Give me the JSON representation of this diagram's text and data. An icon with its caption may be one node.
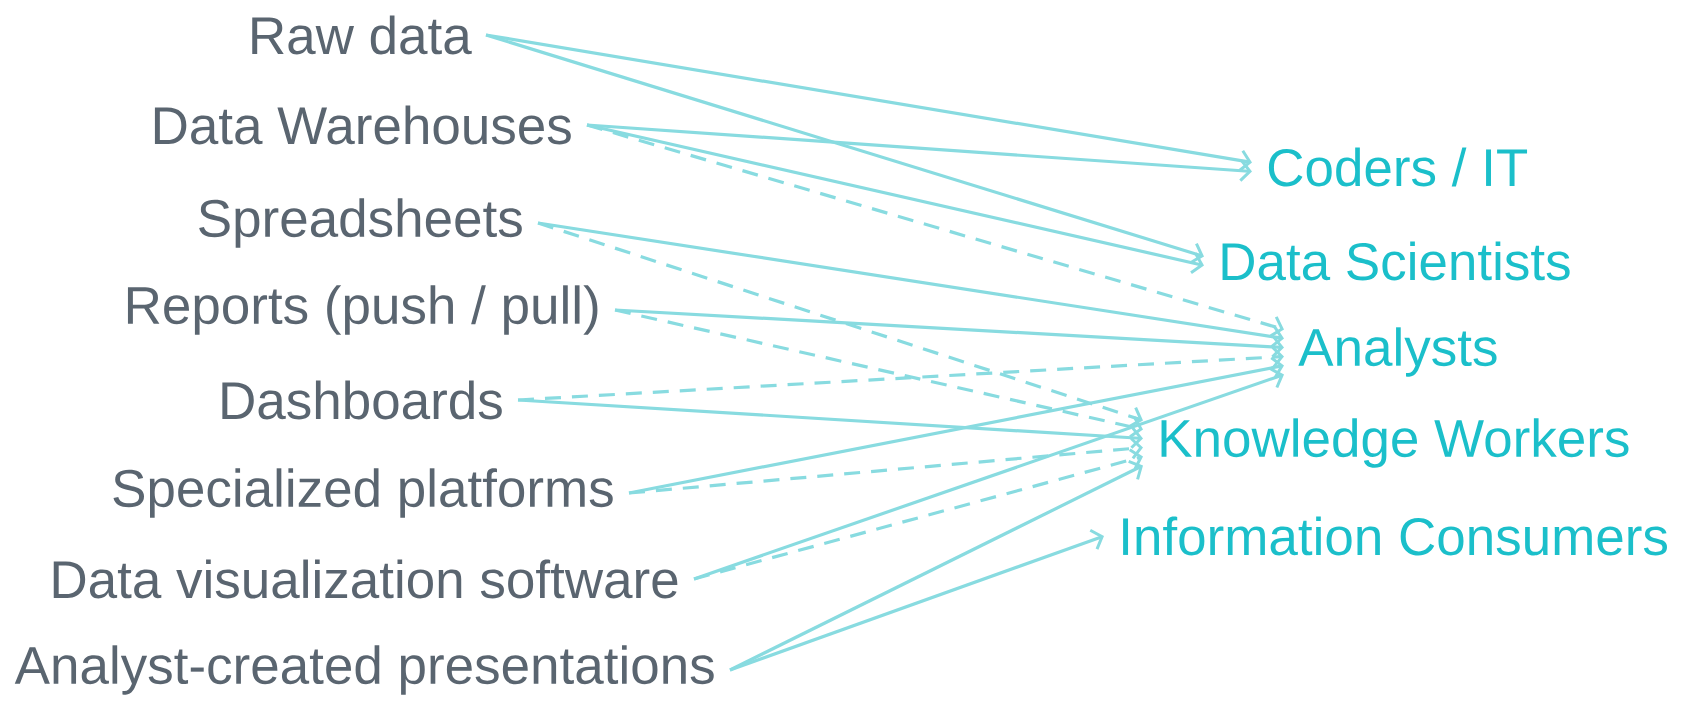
{
  "diagram": {
    "nodes": [
      {
        "text": [
          "Raw data"
        ]
      },
      {
        "text": [
          "Data Warehouses"
        ]
      },
      {
        "text": [
          "Spreadsheets"
        ]
      },
      {
        "text": [
          "Reports (push / pull)"
        ]
      },
      {
        "text": [
          "Dashboards"
        ]
      },
      {
        "text": [
          "Specialized platforms"
        ]
      },
      {
        "text": [
          "Data visualization software"
        ]
      },
      {
        "text": [
          "Analyst-created presentations"
        ]
      },
      {
        "text": [
          "Coders / IT"
        ]
      },
      {
        "text": [
          "Data Scientists"
        ]
      },
      {
        "text": [
          "Analysts"
        ]
      },
      {
        "text": [
          "Knowledge Workers"
        ]
      },
      {
        "text": [
          "Information Consumers"
        ]
      }
    ],
    "edges": [
      {
        "from": 0,
        "to": 8,
        "arrow": "to"
      },
      {
        "from": 0,
        "to": 9,
        "arrow": "to"
      },
      {
        "from": 1,
        "to": 8,
        "arrow": "to"
      },
      {
        "from": 1,
        "to": 9,
        "arrow": "to"
      },
      {
        "from": 1,
        "to": 10,
        "arrow": "to",
        "style": "dashed"
      },
      {
        "from": 2,
        "to": 10,
        "arrow": "to"
      },
      {
        "from": 2,
        "to": 11,
        "arrow": "to",
        "style": "dashed"
      },
      {
        "from": 3,
        "to": 10,
        "arrow": "to"
      },
      {
        "from": 3,
        "to": 11,
        "arrow": "to",
        "style": "dashed"
      },
      {
        "from": 4,
        "to": 10,
        "arrow": "to",
        "style": "dashed"
      },
      {
        "from": 4,
        "to": 11,
        "arrow": "to"
      },
      {
        "from": 5,
        "to": 10,
        "arrow": "to"
      },
      {
        "from": 5,
        "to": 11,
        "arrow": "to",
        "style": "dashed"
      },
      {
        "from": 6,
        "to": 10,
        "arrow": "to"
      },
      {
        "from": 6,
        "to": 11,
        "arrow": "to",
        "style": "dashed"
      },
      {
        "from": 7,
        "to": 11,
        "arrow": "to"
      },
      {
        "from": 7,
        "to": 12,
        "arrow": "to"
      }
    ]
  }
}
